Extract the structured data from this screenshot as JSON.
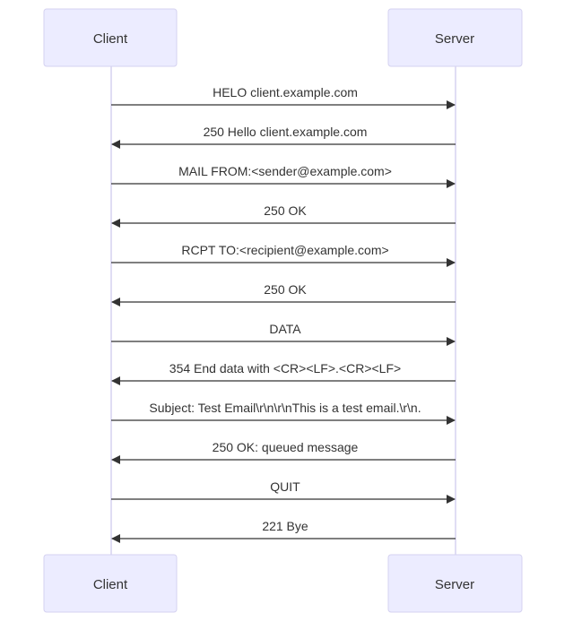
{
  "participants": {
    "client": "Client",
    "server": "Server"
  },
  "messages": [
    {
      "text": "HELO client.example.com",
      "direction": "client-to-server"
    },
    {
      "text": "250 Hello client.example.com",
      "direction": "server-to-client"
    },
    {
      "text": "MAIL FROM:<sender@example.com>",
      "direction": "client-to-server"
    },
    {
      "text": "250 OK",
      "direction": "server-to-client"
    },
    {
      "text": "RCPT TO:<recipient@example.com>",
      "direction": "client-to-server"
    },
    {
      "text": "250 OK",
      "direction": "server-to-client"
    },
    {
      "text": "DATA",
      "direction": "client-to-server"
    },
    {
      "text": "354 End data with <CR><LF>.<CR><LF>",
      "direction": "server-to-client"
    },
    {
      "text": "Subject: Test Email\\r\\n\\r\\nThis is a test email.\\r\\n.",
      "direction": "client-to-server"
    },
    {
      "text": "250 OK: queued message",
      "direction": "server-to-client"
    },
    {
      "text": "QUIT",
      "direction": "client-to-server"
    },
    {
      "text": "221 Bye",
      "direction": "server-to-client"
    }
  ],
  "colors": {
    "actor_fill": "#ececff",
    "actor_border": "#d5d2f0",
    "line": "#333333",
    "text": "#333333"
  }
}
